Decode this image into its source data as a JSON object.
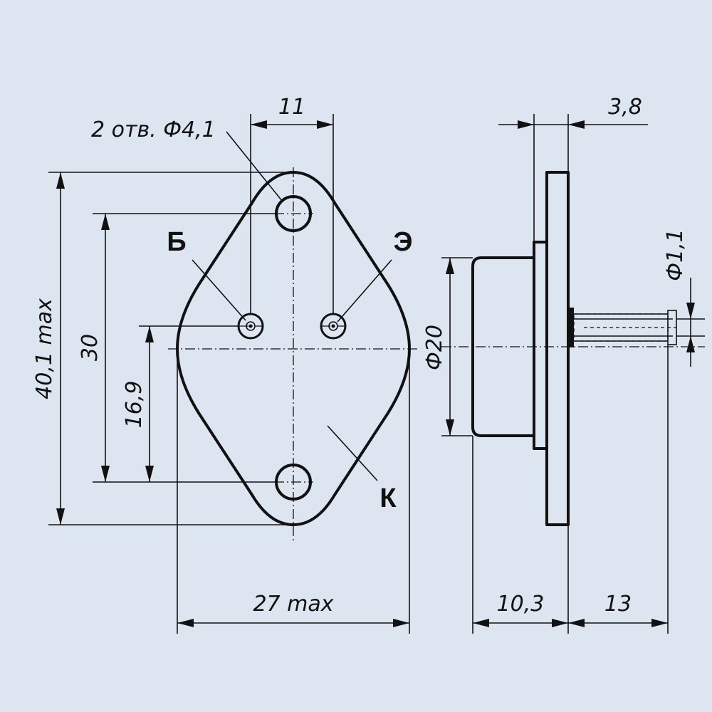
{
  "front_view": {
    "holes_note": "2 отв. Ф4,1",
    "dim_hole_spacing": "11",
    "dim_total_height": "40,1 max",
    "dim_mount_spacing": "30",
    "dim_pin_offset": "16,9",
    "dim_width": "27 max",
    "label_base": "Б",
    "label_emitter": "Э",
    "label_collector": "К"
  },
  "side_view": {
    "dim_flange_thickness": "3,8",
    "dim_pin_diameter": "Ф1,1",
    "dim_cap_diameter": "Ф20",
    "dim_body_depth": "10,3",
    "dim_pin_length": "13"
  }
}
